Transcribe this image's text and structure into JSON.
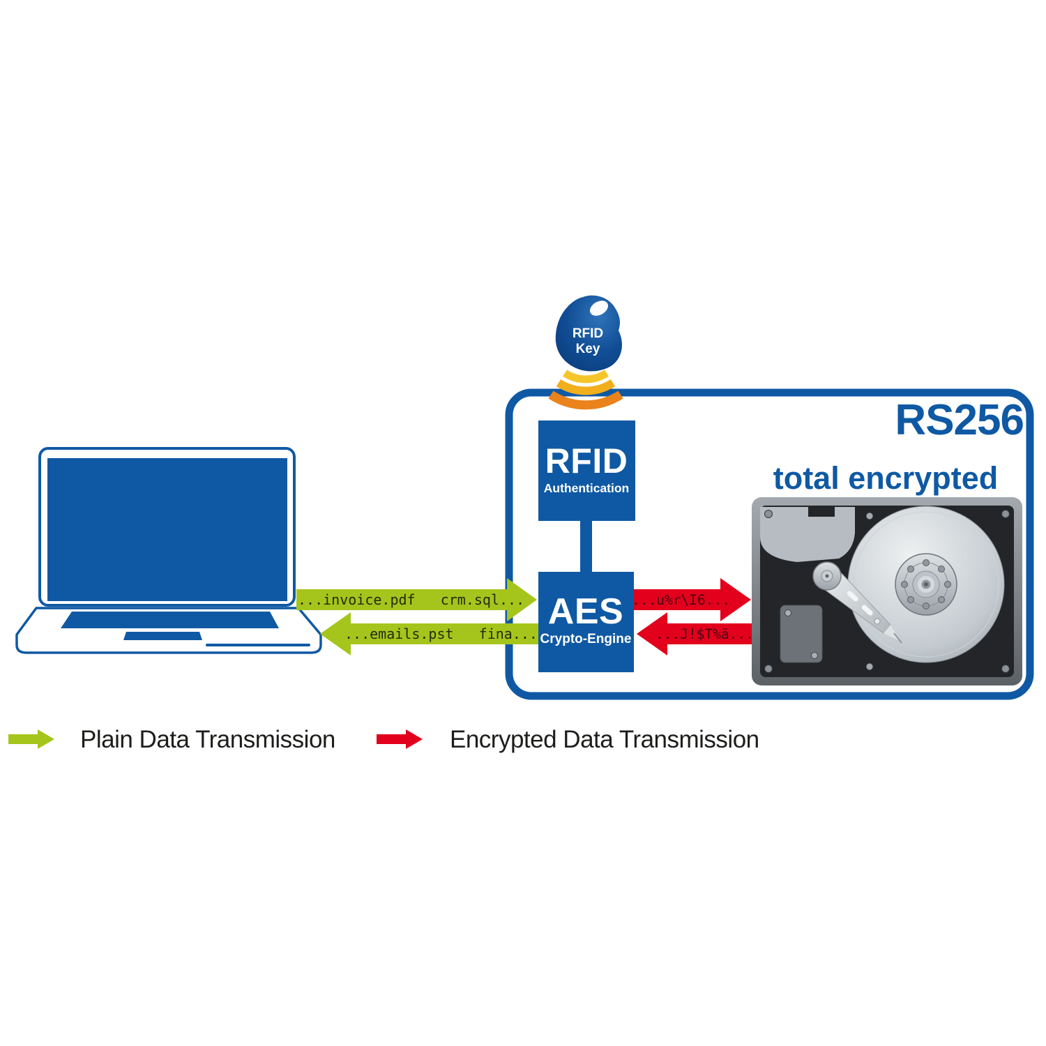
{
  "enclosure": {
    "product_label": "RS256",
    "caption": "total encrypted"
  },
  "rfid_key": {
    "line1": "RFID",
    "line2": "Key"
  },
  "rfid_box": {
    "title": "RFID",
    "subtitle": "Authentication"
  },
  "aes_box": {
    "title": "AES",
    "subtitle": "Crypto-Engine"
  },
  "flows": {
    "plain_out": "...invoice.pdf   crm.sql...",
    "plain_in": "...emails.pst   fina...",
    "encrypted_out": "...u%r\\I6...",
    "encrypted_in": "...J!$T%ä..."
  },
  "legend": {
    "plain_label": "Plain Data Transmission",
    "encrypted_label": "Encrypted Data Transmission"
  },
  "colors": {
    "blue": "#0f59a4",
    "green": "#a5c51c",
    "red": "#e2001c",
    "wave_inner": "#f5c62a",
    "wave_mid": "#f2ae1b",
    "wave_outer": "#ea831c"
  }
}
